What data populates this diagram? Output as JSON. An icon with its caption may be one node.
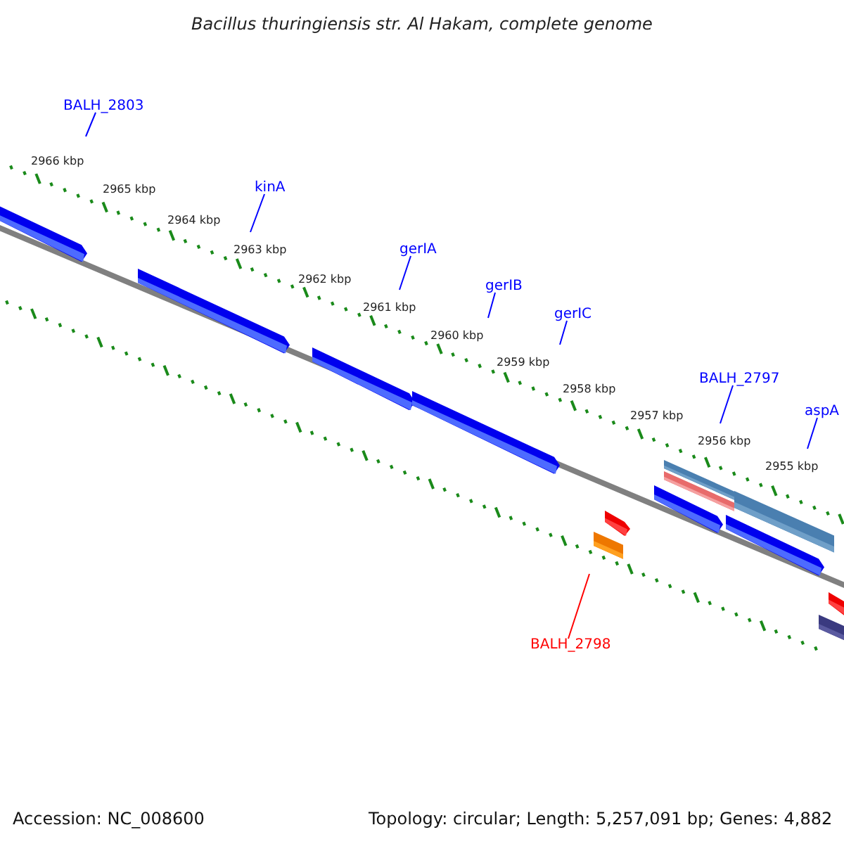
{
  "diagram": {
    "title": "Bacillus thuringiensis str. Al Hakam, complete genome",
    "nodes": [
      {
        "text": [
          "BALH_2803"
        ]
      },
      {
        "text": [
          "kinA"
        ]
      },
      {
        "text": [
          "gerIA"
        ]
      },
      {
        "text": [
          "gerIB"
        ]
      },
      {
        "text": [
          "gerIC"
        ]
      },
      {
        "text": [
          "BALH_2797"
        ]
      },
      {
        "text": [
          "aspA"
        ]
      },
      {
        "text": [
          "BALH_2798"
        ]
      }
    ],
    "edges": [
      {
        "from": 0,
        "to": null,
        "arrow": "none"
      },
      {
        "from": 1,
        "to": null,
        "arrow": "none"
      },
      {
        "from": 2,
        "to": null,
        "arrow": "none"
      },
      {
        "from": 3,
        "to": null,
        "arrow": "none"
      },
      {
        "from": 4,
        "to": null,
        "arrow": "none"
      },
      {
        "from": 5,
        "to": null,
        "arrow": "none"
      },
      {
        "from": 6,
        "to": null,
        "arrow": "none"
      },
      {
        "from": 7,
        "to": null,
        "arrow": "none",
        "color": "#ff0000"
      }
    ],
    "labels": [
      "2966 kbp",
      "2965 kbp",
      "2964 kbp",
      "2963 kbp",
      "2962 kbp",
      "2961 kbp",
      "2960 kbp",
      "2959 kbp",
      "2958 kbp",
      "2957 kbp",
      "2956 kbp",
      "2955 kbp",
      "Accession: NC_008600",
      "Topology: circular; Length: 5,257,091 bp; Genes: 4,882"
    ]
  }
}
